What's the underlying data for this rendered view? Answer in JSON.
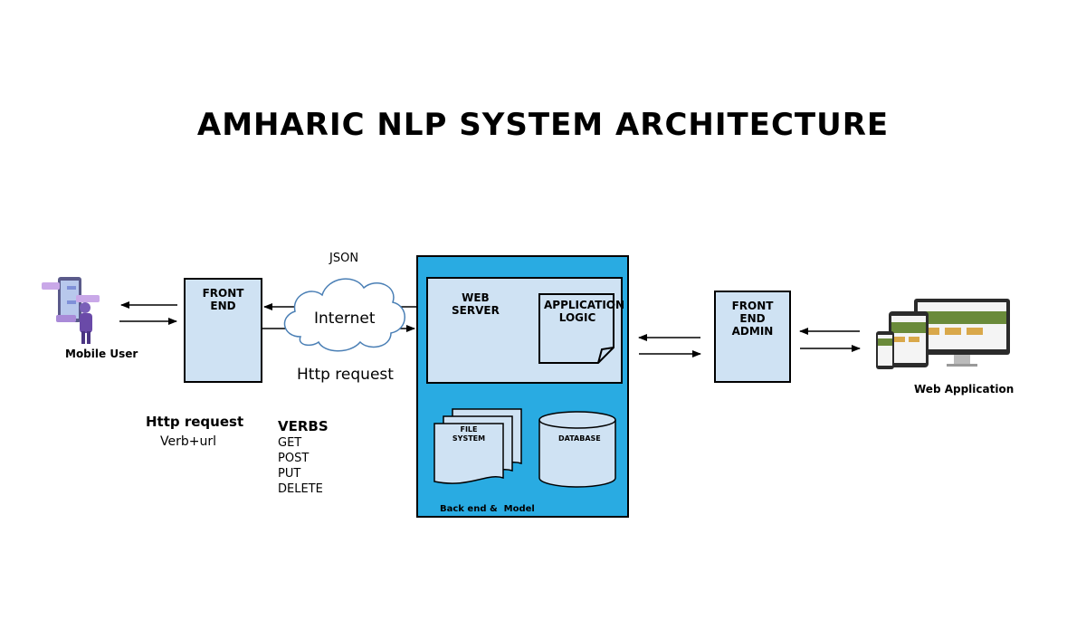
{
  "title": "AMHARIC NLP SYSTEM ARCHITECTURE",
  "colors": {
    "box_fill": "#cfe2f3",
    "backend_fill": "#29abe2",
    "line": "#000000"
  },
  "mobile_user": {
    "label": "Mobile User"
  },
  "front_end": {
    "label_line1": "FRONT",
    "label_line2": "END"
  },
  "internet": {
    "json_label": "JSON",
    "cloud_label": "Internet",
    "http_label": "Http request"
  },
  "http_request": {
    "label": "Http request",
    "sub_label": "Verb+url"
  },
  "verbs": {
    "heading": "VERBS",
    "items": [
      "GET",
      "POST",
      "PUT",
      "DELETE"
    ]
  },
  "backend": {
    "web_server_line1": "WEB",
    "web_server_line2": "SERVER",
    "app_logic_line1": "APPLICATION",
    "app_logic_line2": "LOGIC",
    "file_system_line1": "FILE",
    "file_system_line2": "SYSTEM",
    "database": "DATABASE",
    "caption": "Back end &  Model"
  },
  "front_end_admin": {
    "line1": "FRONT",
    "line2": "END",
    "line3": "ADMIN"
  },
  "web_application": {
    "label": "Web Application"
  }
}
